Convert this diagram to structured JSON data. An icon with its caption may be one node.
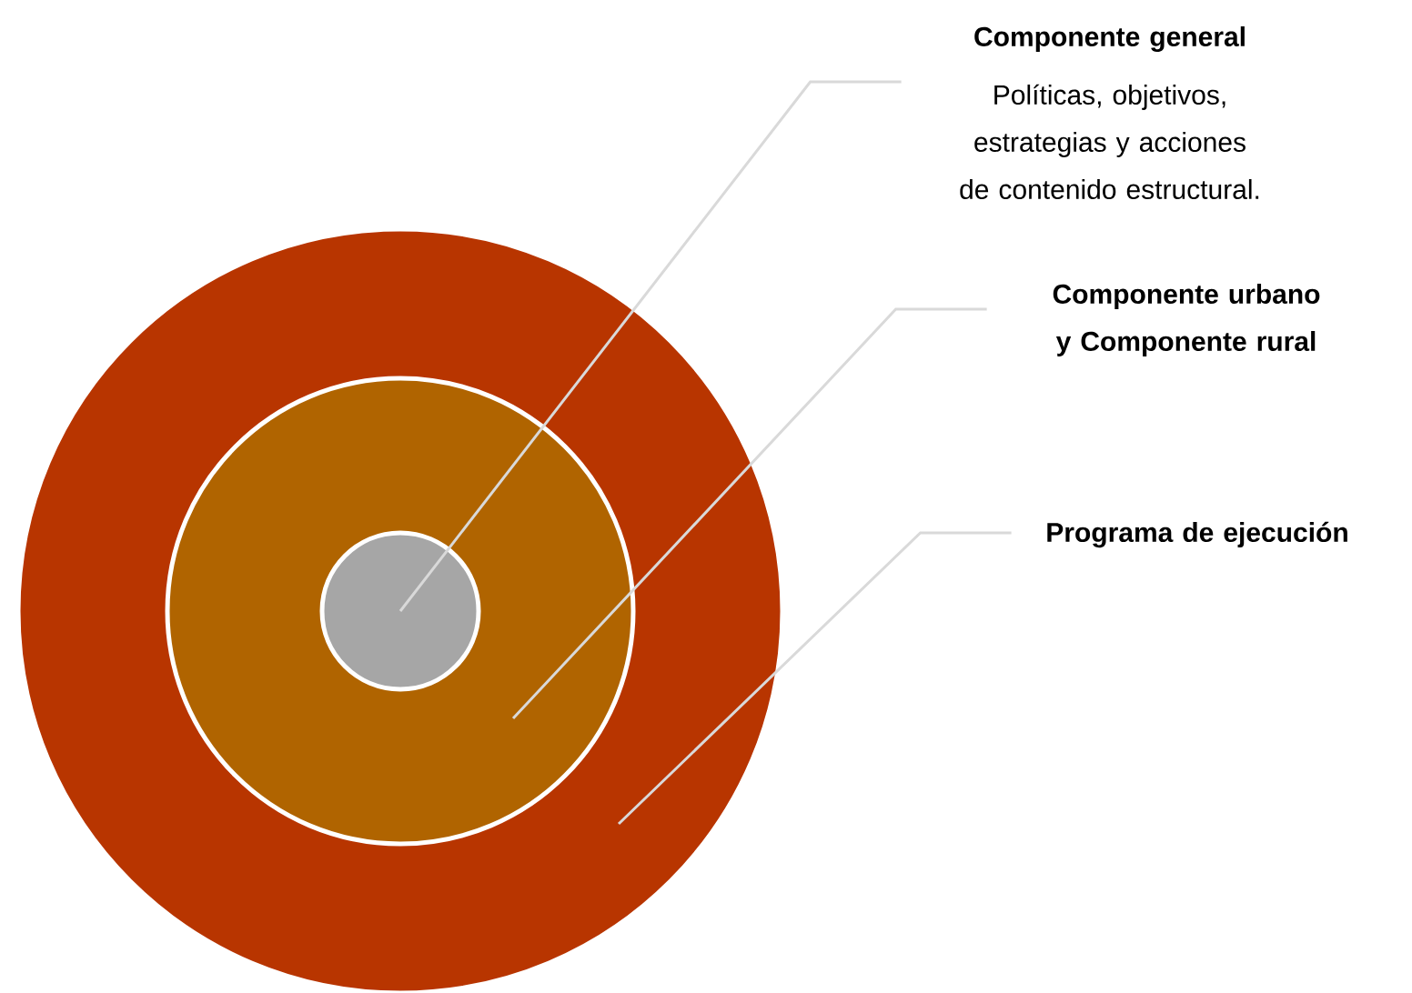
{
  "diagram": {
    "nodes": [
      {
        "text": [
          "Componente general",
          "Políticas, objetivos, estrategias y acciones de contenido estructural."
        ]
      },
      {
        "text": [
          "Componente urbano y Componente rural"
        ]
      },
      {
        "text": [
          "Programa de ejecución"
        ]
      },
      {
        "text": [],
        "shape": "circle"
      },
      {
        "text": [],
        "shape": "circle",
        "in": 3
      },
      {
        "text": [],
        "shape": "circle",
        "in": 4
      }
    ],
    "edges": [
      {
        "from": 0,
        "to": 5,
        "arrow": "none"
      },
      {
        "from": 1,
        "to": 4,
        "arrow": "none"
      },
      {
        "from": 2,
        "to": 3,
        "arrow": "none"
      }
    ]
  }
}
